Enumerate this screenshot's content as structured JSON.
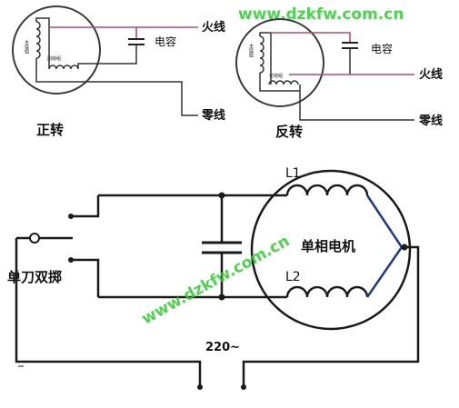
{
  "watermark_top": "www.dzkfw.com.cn",
  "watermark_diag": "www.dzkfw.com.cn",
  "forward": {
    "caption": "正转",
    "live": "火线",
    "neutral": "零线",
    "capacitor": "电容",
    "main_winding": "主绕组",
    "aux_winding": "副绕组"
  },
  "reverse": {
    "caption": "反转",
    "live": "火线",
    "neutral": "零线",
    "capacitor": "电容",
    "main_winding": "主绕组",
    "aux_winding": "付绕组"
  },
  "main": {
    "motor": "单相电机",
    "coil1": "L1",
    "coil2": "L2",
    "switch": "单刀双掷",
    "supply": "220~"
  }
}
